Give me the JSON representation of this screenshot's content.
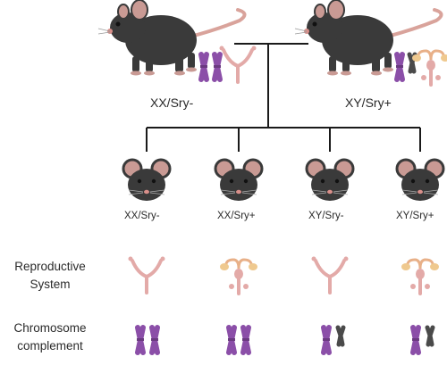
{
  "parents": [
    {
      "genotype": "XX/Sry-",
      "reproductive": "female",
      "chromosomes": "XX"
    },
    {
      "genotype": "XY/Sry+",
      "reproductive": "male",
      "chromosomes": "XY"
    }
  ],
  "offspring": [
    {
      "genotype": "XX/Sry-",
      "reproductive": "female",
      "chromosomes": "XX"
    },
    {
      "genotype": "XX/Sry+",
      "reproductive": "male",
      "chromosomes": "XX"
    },
    {
      "genotype": "XY/Sry-",
      "reproductive": "female",
      "chromosomes": "XY"
    },
    {
      "genotype": "XY/Sry+",
      "reproductive": "male",
      "chromosomes": "XY"
    }
  ],
  "row_labels": {
    "reproductive_line1": "Reproductive",
    "reproductive_line2": "System",
    "chromosome_line1": "Chromosome",
    "chromosome_line2": "complement"
  },
  "colors": {
    "mouse_body": "#3a3a3a",
    "mouse_ear": "#c99a94",
    "mouse_tail": "#d9a39b",
    "x_chromosome": "#8b4fa8",
    "y_chromosome": "#4a4a4a",
    "reproductive_tract": "#e3aaa8",
    "lines": "#1a1a1a"
  }
}
